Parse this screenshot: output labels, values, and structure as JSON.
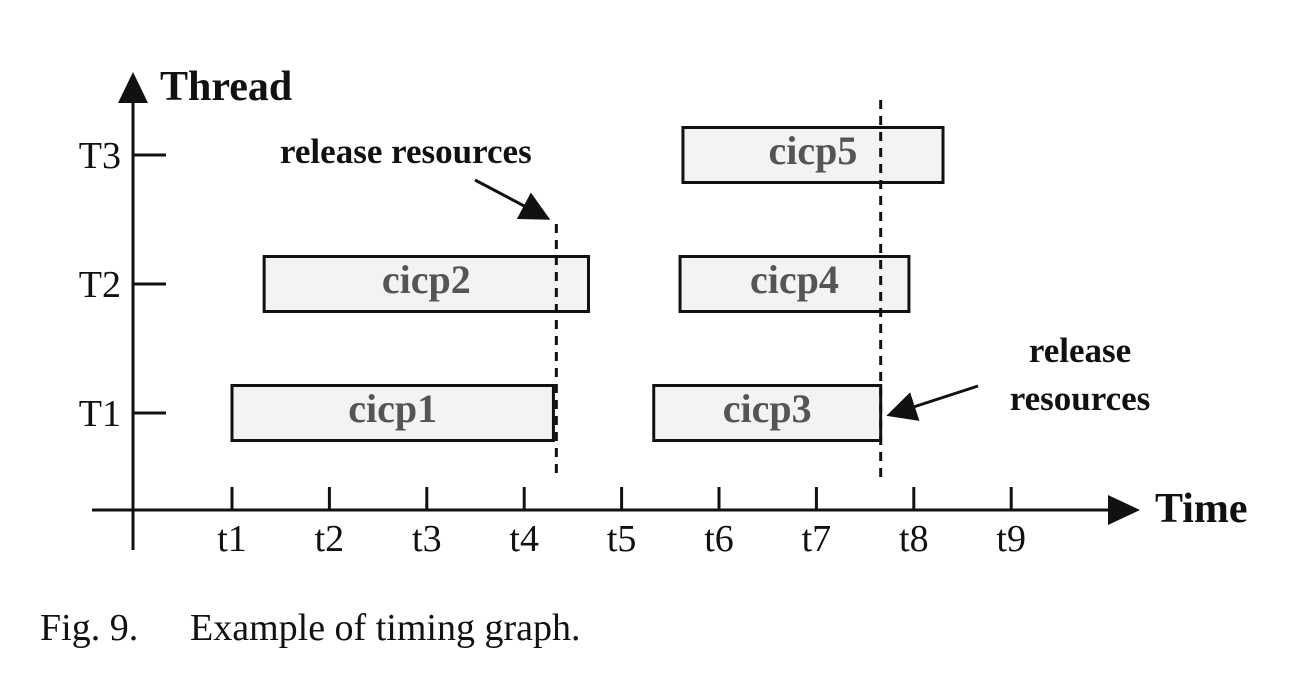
{
  "axes": {
    "y_title": "Thread",
    "x_title": "Time"
  },
  "threads": [
    "T1",
    "T2",
    "T3"
  ],
  "times": [
    "t1",
    "t2",
    "t3",
    "t4",
    "t5",
    "t6",
    "t7",
    "t8",
    "t9"
  ],
  "tasks": [
    {
      "label": "cicp1",
      "thread": "T1",
      "start": 1.0,
      "end": 4.3
    },
    {
      "label": "cicp2",
      "thread": "T2",
      "start": 1.33,
      "end": 4.66
    },
    {
      "label": "cicp3",
      "thread": "T1",
      "start": 5.33,
      "end": 7.66
    },
    {
      "label": "cicp4",
      "thread": "T2",
      "start": 5.6,
      "end": 7.95
    },
    {
      "label": "cicp5",
      "thread": "T3",
      "start": 5.63,
      "end": 8.3
    }
  ],
  "annotations": {
    "release_1": "release resources",
    "release_2_line1": "release",
    "release_2_line2": "resources"
  },
  "release_times": [
    4.33,
    7.66
  ],
  "caption": {
    "number": "Fig. 9.",
    "text": "Example of timing graph."
  }
}
